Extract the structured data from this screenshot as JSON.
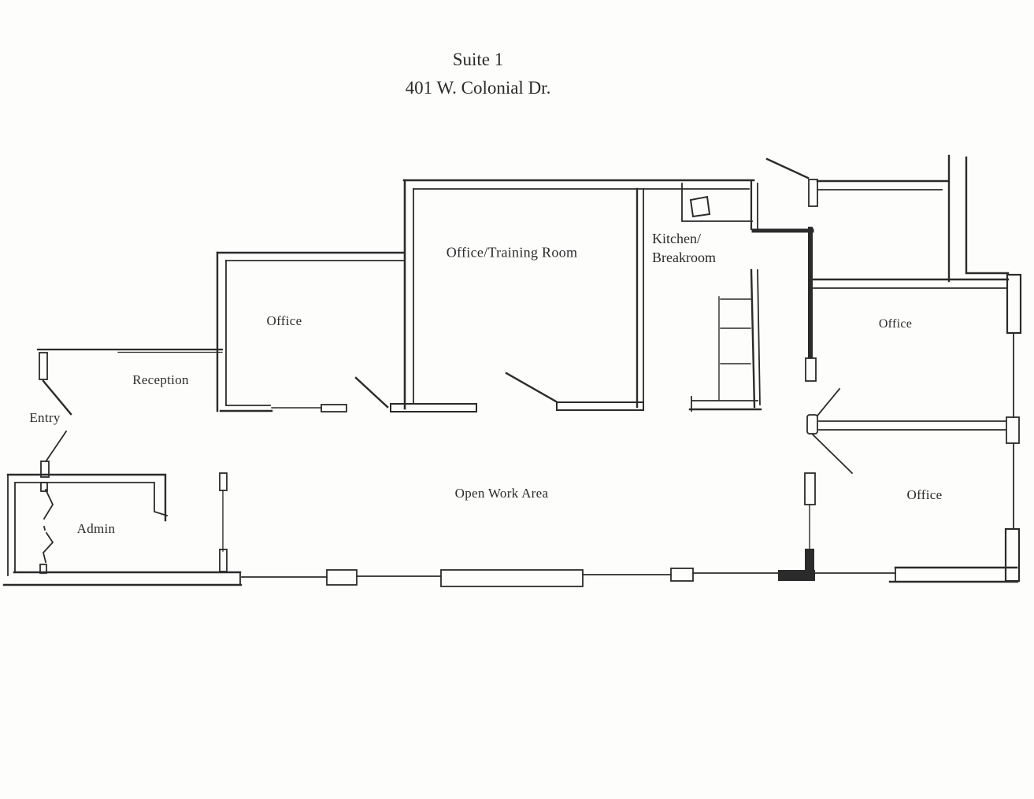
{
  "title": {
    "line1": "Suite 1",
    "line2": "401 W. Colonial Dr."
  },
  "rooms": {
    "office_training": {
      "label": "Office/Training Room"
    },
    "kitchen": {
      "label_line1": "Kitchen/",
      "label_line2": "Breakroom"
    },
    "office_mid_left": {
      "label": "Office"
    },
    "reception": {
      "label": "Reception"
    },
    "entry": {
      "label": "Entry"
    },
    "admin": {
      "label": "Admin"
    },
    "open_work_area": {
      "label": "Open Work Area"
    },
    "office_upper_right": {
      "label": "Office"
    },
    "office_lower_right": {
      "label": "Office"
    }
  },
  "colors": {
    "ink": "#2b2b2b",
    "paper": "#fdfdfc"
  }
}
